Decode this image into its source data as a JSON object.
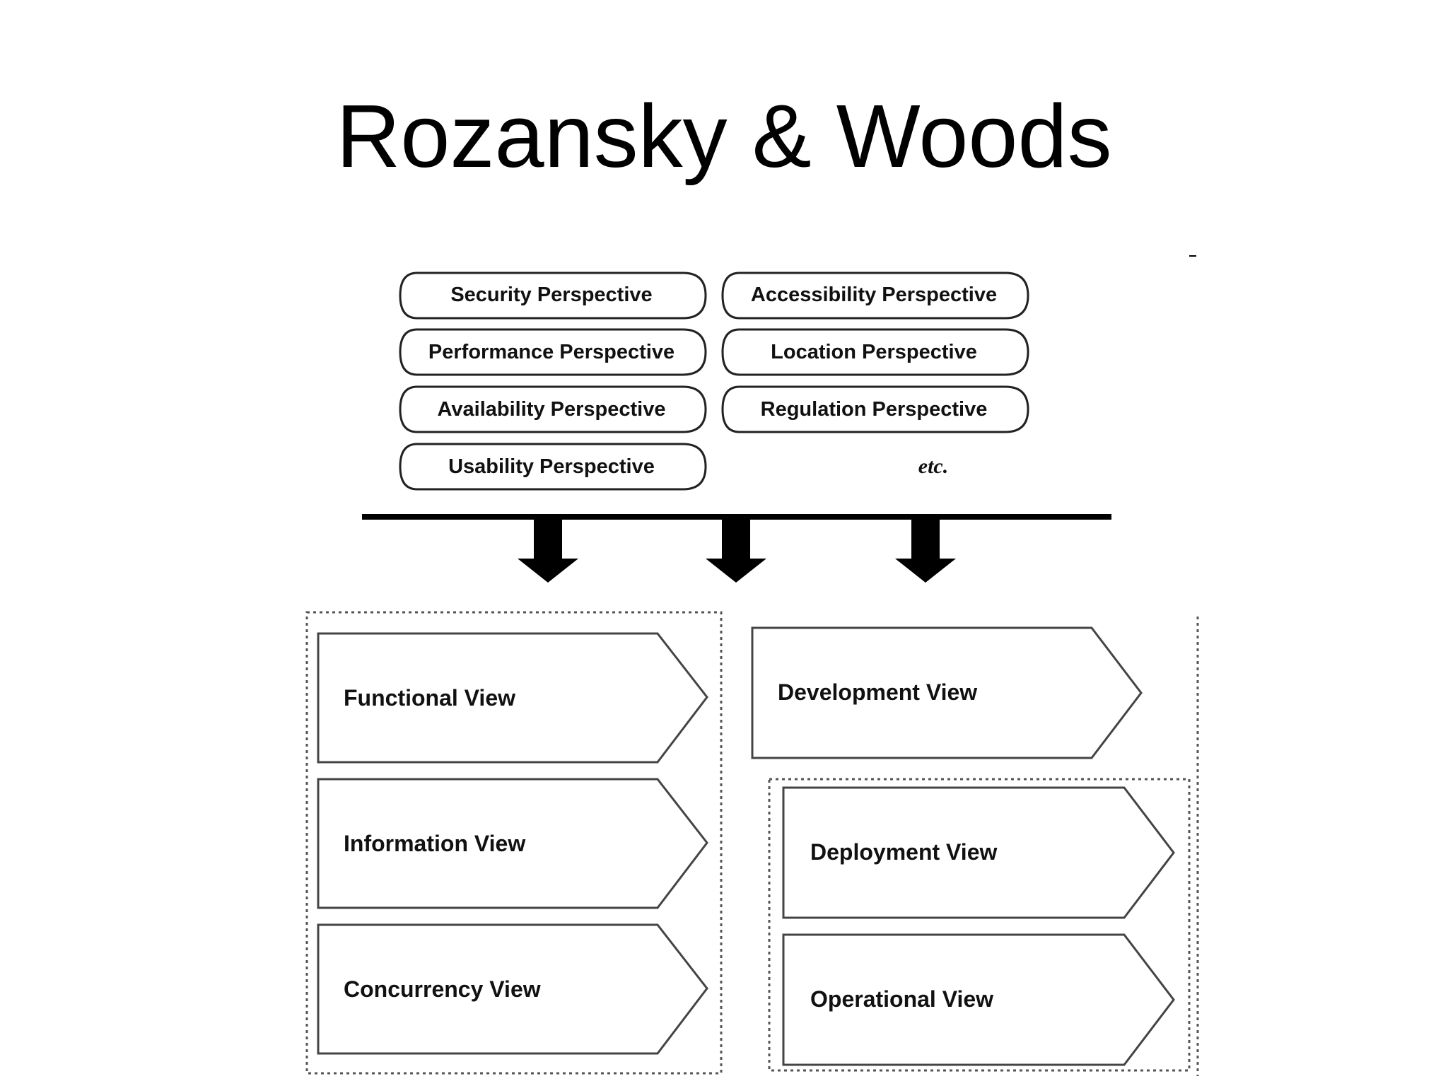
{
  "slide": {
    "title": "Rozansky & Woods"
  },
  "perspectives": {
    "left": [
      "Security Perspective",
      "Performance Perspective",
      "Availability Perspective",
      "Usability Perspective"
    ],
    "right": [
      "Accessibility Perspective",
      "Location Perspective",
      "Regulation Perspective"
    ],
    "etc": "etc."
  },
  "views": {
    "left_group": [
      "Functional View",
      "Information View",
      "Concurrency View"
    ],
    "right_top": "Development View",
    "right_group": [
      "Deployment View",
      "Operational View"
    ]
  },
  "colors": {
    "line": "#000000",
    "pill_stroke": "#222222",
    "view_stroke": "#444444",
    "dotted": "#555555"
  }
}
